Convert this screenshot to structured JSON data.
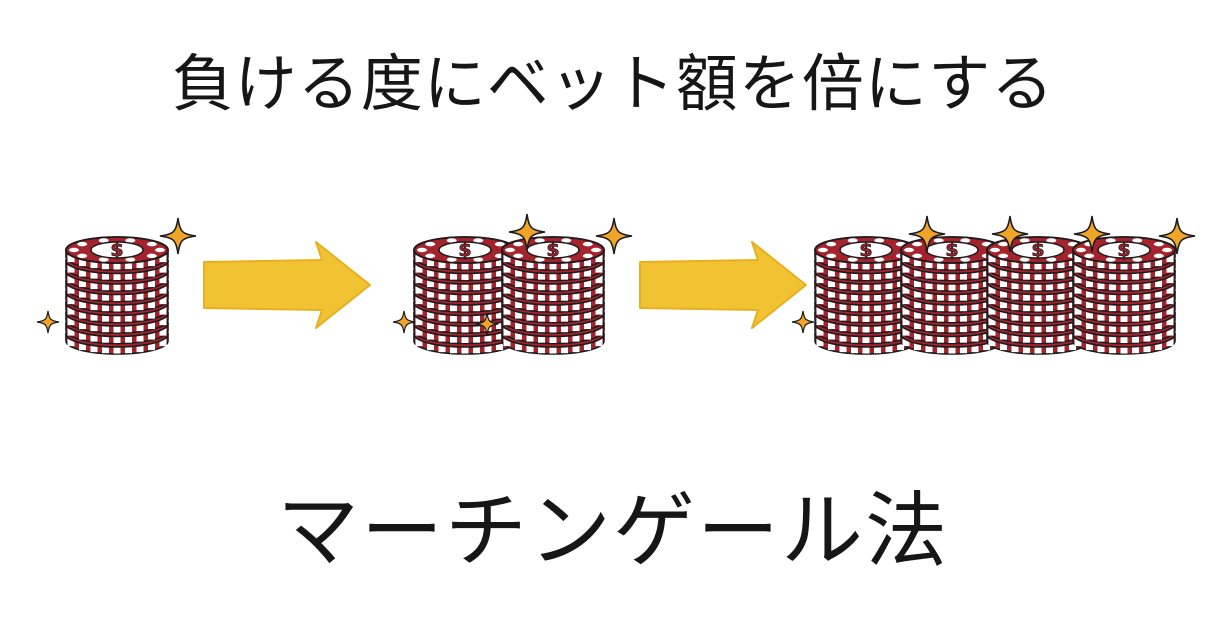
{
  "headline": "負ける度にベット額を倍にする",
  "method_name": "マーチンゲール法",
  "chip_stages": [
    1,
    2,
    4
  ],
  "chip_symbol": "$",
  "colors": {
    "chip_red": "#a4232c",
    "chip_white": "#ffffff",
    "outline": "#1c1c1c",
    "arrow": "#f1c232",
    "sparkle": "#f0a428",
    "text": "#161616"
  },
  "icons": [
    "chip-stack-icon",
    "arrow-right-icon",
    "sparkle-icon"
  ]
}
